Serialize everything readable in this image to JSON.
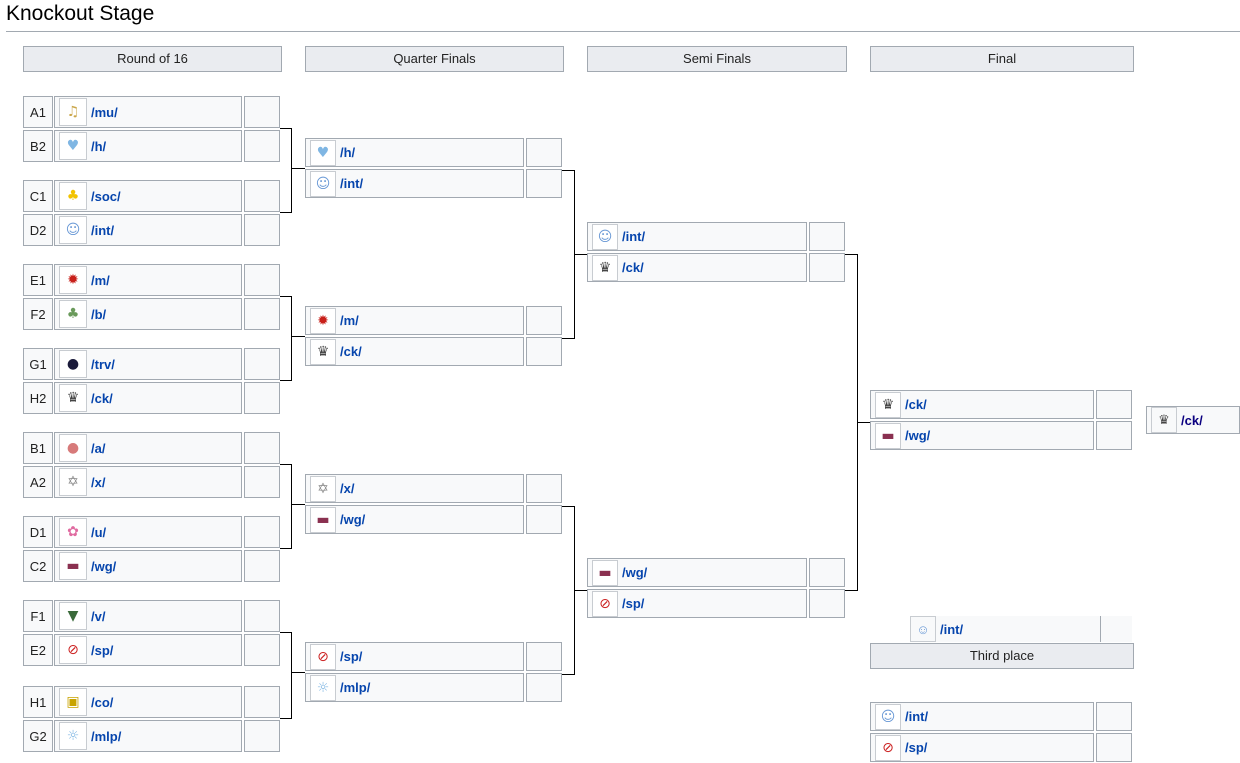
{
  "page": {
    "title": "Knockout Stage"
  },
  "rounds": {
    "r16": "Round of 16",
    "qf": "Quarter Finals",
    "sf": "Semi Finals",
    "final": "Final"
  },
  "icons": {
    "music-note-icon": "♫",
    "heart-icon": "♥",
    "bird-icon": "♣",
    "face-icon": "☺",
    "flame-icon": "✹",
    "clover-icon": "♣",
    "ball-icon": "●",
    "chef-icon": "♛",
    "pig-icon": "●",
    "pentagram-icon": "✡",
    "flower-icon": "✿",
    "banner-icon": "▬",
    "gamepad-icon": "▼",
    "sport-icon": "⊘",
    "comic-icon": "▣",
    "pony-icon": "☼"
  },
  "colors": {
    "link": "#0645ad",
    "winner": "#0b0080",
    "header_bg": "#eaecf0",
    "cell_bg": "#f8f9fa",
    "border": "#a2a9b1"
  },
  "r16": [
    {
      "a": {
        "seed": "A1",
        "name": "/mu/",
        "icon": "music-note-icon",
        "color": "#caa64a"
      },
      "b": {
        "seed": "B2",
        "name": "/h/",
        "icon": "heart-icon",
        "color": "#7fb6e3"
      }
    },
    {
      "a": {
        "seed": "C1",
        "name": "/soc/",
        "icon": "bird-icon",
        "color": "#f2c300"
      },
      "b": {
        "seed": "D2",
        "name": "/int/",
        "icon": "face-icon",
        "color": "#6b9ad6"
      }
    },
    {
      "a": {
        "seed": "E1",
        "name": "/m/",
        "icon": "flame-icon",
        "color": "#c8201a"
      },
      "b": {
        "seed": "F2",
        "name": "/b/",
        "icon": "clover-icon",
        "color": "#6a9a5b"
      }
    },
    {
      "a": {
        "seed": "G1",
        "name": "/trv/",
        "icon": "ball-icon",
        "color": "#1a1a3a"
      },
      "b": {
        "seed": "H2",
        "name": "/ck/",
        "icon": "chef-icon",
        "color": "#444444"
      }
    },
    {
      "a": {
        "seed": "B1",
        "name": "/a/",
        "icon": "pig-icon",
        "color": "#d77a7a"
      },
      "b": {
        "seed": "A2",
        "name": "/x/",
        "icon": "pentagram-icon",
        "color": "#888888"
      }
    },
    {
      "a": {
        "seed": "D1",
        "name": "/u/",
        "icon": "flower-icon",
        "color": "#e06aa0"
      },
      "b": {
        "seed": "C2",
        "name": "/wg/",
        "icon": "banner-icon",
        "color": "#8a3050"
      }
    },
    {
      "a": {
        "seed": "F1",
        "name": "/v/",
        "icon": "gamepad-icon",
        "color": "#3a6a3a"
      },
      "b": {
        "seed": "E2",
        "name": "/sp/",
        "icon": "sport-icon",
        "color": "#cc2222"
      }
    },
    {
      "a": {
        "seed": "H1",
        "name": "/co/",
        "icon": "comic-icon",
        "color": "#c9a400"
      },
      "b": {
        "seed": "G2",
        "name": "/mlp/",
        "icon": "pony-icon",
        "color": "#7fb6e3"
      }
    }
  ],
  "qf": [
    {
      "a": {
        "name": "/h/",
        "icon": "heart-icon",
        "color": "#7fb6e3"
      },
      "b": {
        "name": "/int/",
        "icon": "face-icon",
        "color": "#6b9ad6"
      }
    },
    {
      "a": {
        "name": "/m/",
        "icon": "flame-icon",
        "color": "#c8201a"
      },
      "b": {
        "name": "/ck/",
        "icon": "chef-icon",
        "color": "#444444"
      }
    },
    {
      "a": {
        "name": "/x/",
        "icon": "pentagram-icon",
        "color": "#888888"
      },
      "b": {
        "name": "/wg/",
        "icon": "banner-icon",
        "color": "#8a3050"
      }
    },
    {
      "a": {
        "name": "/sp/",
        "icon": "sport-icon",
        "color": "#cc2222"
      },
      "b": {
        "name": "/mlp/",
        "icon": "pony-icon",
        "color": "#7fb6e3"
      }
    }
  ],
  "sf": [
    {
      "a": {
        "name": "/int/",
        "icon": "face-icon",
        "color": "#6b9ad6"
      },
      "b": {
        "name": "/ck/",
        "icon": "chef-icon",
        "color": "#444444"
      }
    },
    {
      "a": {
        "name": "/wg/",
        "icon": "banner-icon",
        "color": "#8a3050"
      },
      "b": {
        "name": "/sp/",
        "icon": "sport-icon",
        "color": "#cc2222"
      }
    }
  ],
  "final": {
    "a": {
      "name": "/ck/",
      "icon": "chef-icon",
      "color": "#444444"
    },
    "b": {
      "name": "/wg/",
      "icon": "banner-icon",
      "color": "#8a3050"
    }
  },
  "champion": {
    "name": "/ck/",
    "icon": "chef-icon",
    "color": "#444444"
  },
  "third_place": {
    "label": "Third place",
    "winner": {
      "name": "/int/",
      "icon": "face-icon",
      "color": "#6b9ad6"
    },
    "a": {
      "name": "/int/",
      "icon": "face-icon",
      "color": "#6b9ad6"
    },
    "b": {
      "name": "/sp/",
      "icon": "sport-icon",
      "color": "#cc2222"
    }
  }
}
